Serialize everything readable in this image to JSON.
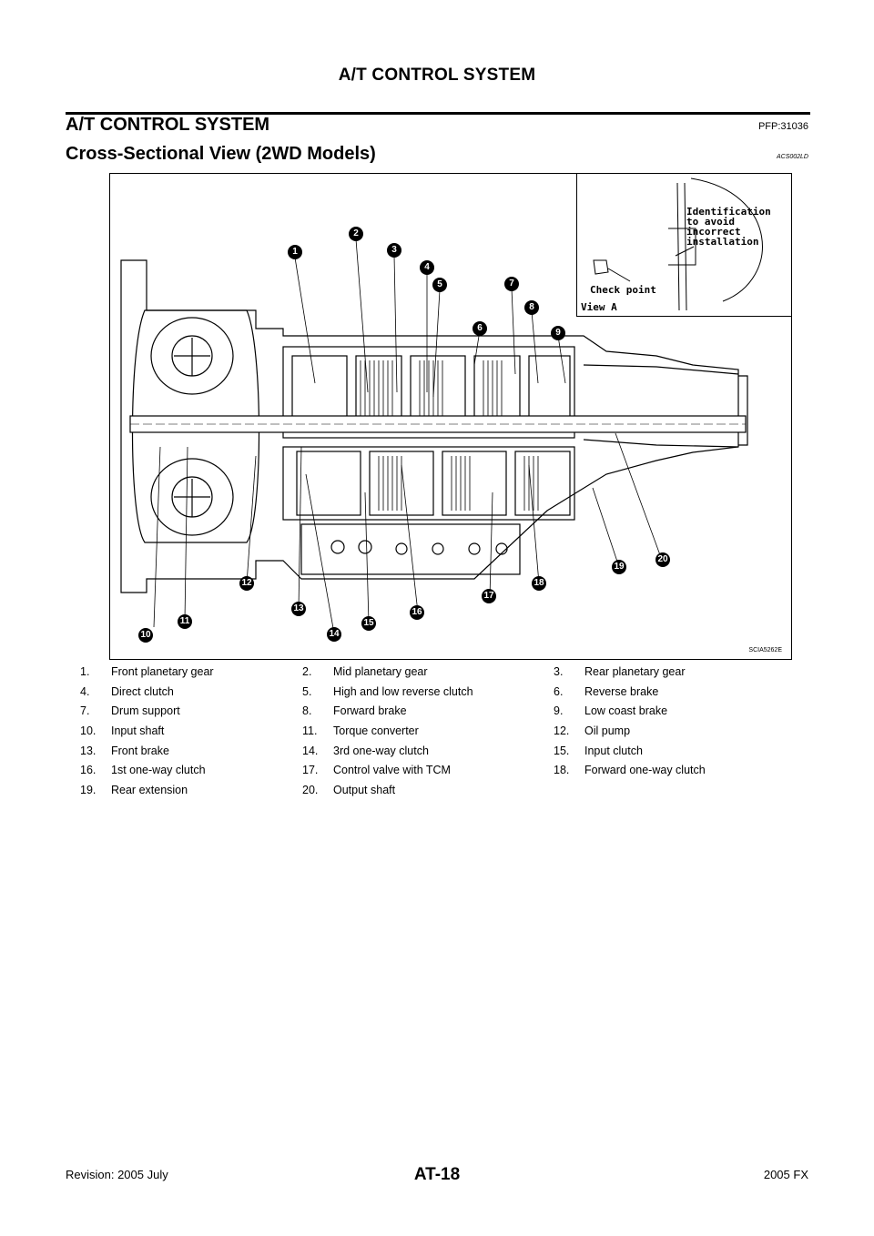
{
  "header": {
    "title": "A/T CONTROL SYSTEM"
  },
  "section": {
    "title": "A/T CONTROL SYSTEM",
    "code": "PFP:31036"
  },
  "subsection": {
    "title": "Cross-Sectional View (2WD Models)",
    "code": "ACS002LD"
  },
  "figure": {
    "inset_ident": "Identification to avoid incorrect installation",
    "inset_check": "Check point",
    "inset_view": "View A",
    "code": "SCIA5262E",
    "callouts": [
      "1",
      "2",
      "3",
      "4",
      "5",
      "6",
      "7",
      "8",
      "9",
      "10",
      "11",
      "12",
      "13",
      "14",
      "15",
      "16",
      "17",
      "18",
      "19",
      "20"
    ]
  },
  "legend": [
    [
      {
        "num": "1.",
        "label": "Front planetary gear"
      },
      {
        "num": "2.",
        "label": "Mid planetary gear"
      },
      {
        "num": "3.",
        "label": "Rear planetary gear"
      }
    ],
    [
      {
        "num": "4.",
        "label": "Direct clutch"
      },
      {
        "num": "5.",
        "label": "High and low reverse clutch"
      },
      {
        "num": "6.",
        "label": "Reverse brake"
      }
    ],
    [
      {
        "num": "7.",
        "label": "Drum support"
      },
      {
        "num": "8.",
        "label": "Forward brake"
      },
      {
        "num": "9.",
        "label": "Low coast brake"
      }
    ],
    [
      {
        "num": "10.",
        "label": "Input shaft"
      },
      {
        "num": "11.",
        "label": "Torque converter"
      },
      {
        "num": "12.",
        "label": "Oil pump"
      }
    ],
    [
      {
        "num": "13.",
        "label": "Front brake"
      },
      {
        "num": "14.",
        "label": "3rd one-way clutch"
      },
      {
        "num": "15.",
        "label": "Input clutch"
      }
    ],
    [
      {
        "num": "16.",
        "label": "1st one-way clutch"
      },
      {
        "num": "17.",
        "label": "Control valve with TCM"
      },
      {
        "num": "18.",
        "label": "Forward one-way clutch"
      }
    ],
    [
      {
        "num": "19.",
        "label": "Rear extension"
      },
      {
        "num": "20.",
        "label": "Output shaft"
      },
      {
        "num": "",
        "label": ""
      }
    ]
  ],
  "footer": {
    "left": "Revision: 2005 July",
    "center": "AT-18",
    "right": "2005 FX"
  }
}
